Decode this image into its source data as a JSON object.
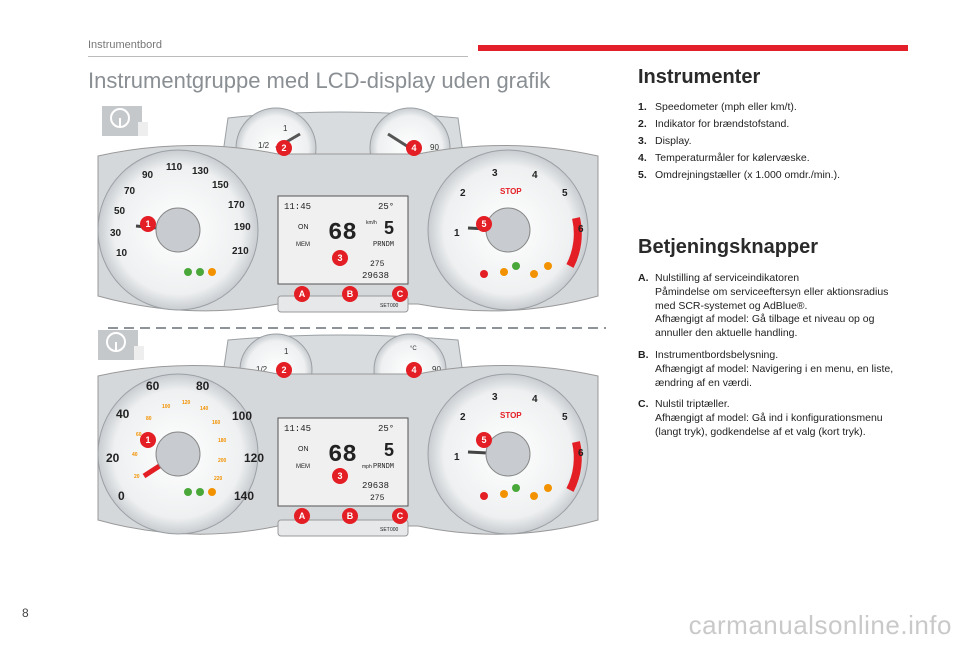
{
  "header": {
    "section": "Instrumentbord"
  },
  "page_title": "Instrumentgruppe med LCD-display uden grafik",
  "instruments": {
    "title": "Instrumenter",
    "items": [
      {
        "num": "1.",
        "text": "Speedometer (mph eller km/t)."
      },
      {
        "num": "2.",
        "text": "Indikator for brændstofstand."
      },
      {
        "num": "3.",
        "text": "Display."
      },
      {
        "num": "4.",
        "text": "Temperaturmåler for kølervæske."
      },
      {
        "num": "5.",
        "text": "Omdrejningstæller (x 1.000 omdr./min.)."
      }
    ]
  },
  "controls": {
    "title": "Betjeningsknapper",
    "items": [
      {
        "num": "A.",
        "line1": "Nulstilling af serviceindikatoren",
        "line2": "Påmindelse om serviceeftersyn eller aktionsradius med SCR-systemet og AdBlue®.",
        "line3": "Afhængigt af model: Gå tilbage et niveau op og annuller den aktuelle handling."
      },
      {
        "num": "B.",
        "line1": "Instrumentbordsbelysning.",
        "line2": "Afhængigt af model: Navigering i en menu, en liste, ændring af en værdi.",
        "line3": ""
      },
      {
        "num": "C.",
        "line1": "Nulstil triptæller.",
        "line2": "Afhængigt af model: Gå ind i konfigurationsmenu (langt tryk), godkendelse af et valg (kort tryk).",
        "line3": ""
      }
    ]
  },
  "cluster_top": {
    "speed_ticks": [
      "10",
      "30",
      "50",
      "70",
      "90",
      "110",
      "130",
      "150",
      "170",
      "190",
      "210"
    ],
    "rpm_ticks": [
      "1",
      "2",
      "3",
      "4",
      "5",
      "6"
    ],
    "display": {
      "time": "11:45",
      "temp": "25°",
      "speed": "68",
      "unit": "km/h",
      "gear": "5",
      "gears": "PRNDM",
      "range": "275",
      "odo": "29638",
      "on": "ON",
      "mem": "MEM"
    },
    "fuel_labels": [
      "1/2",
      "1"
    ],
    "temp_labels": [
      "90"
    ],
    "stop": "STOP",
    "markers": [
      "1",
      "2",
      "3",
      "4",
      "5",
      "A",
      "B",
      "C"
    ],
    "button_labels": [
      "SET",
      "000"
    ]
  },
  "cluster_bottom": {
    "speed_ticks": [
      "0",
      "20",
      "40",
      "60",
      "80",
      "100",
      "120",
      "140"
    ],
    "kmh_ticks": [
      "20",
      "40",
      "60",
      "80",
      "100",
      "120",
      "140",
      "160",
      "180",
      "200",
      "220"
    ],
    "rpm_ticks": [
      "1",
      "2",
      "3",
      "4",
      "5",
      "6"
    ],
    "display": {
      "time": "11:45",
      "temp": "25°",
      "speed": "68",
      "unit": "mph",
      "gear": "5",
      "gears": "PRNDM",
      "range": "275",
      "odo": "29638",
      "on": "ON",
      "mem": "MEM"
    },
    "fuel_labels": [
      "1/2",
      "1"
    ],
    "temp_labels": [
      "°C",
      "90"
    ],
    "stop": "STOP",
    "markers": [
      "1",
      "2",
      "3",
      "4",
      "5",
      "A",
      "B",
      "C"
    ],
    "button_labels": [
      "SET",
      "000"
    ]
  },
  "page_number": "8",
  "watermark": "carmanualsonline.info",
  "colors": {
    "accent_red": "#e3202a",
    "marker_red": "#e31e24",
    "warning_orange": "#f39200",
    "indicator_green": "#4aa83a",
    "lcd_bg": "#f0f0f0"
  }
}
